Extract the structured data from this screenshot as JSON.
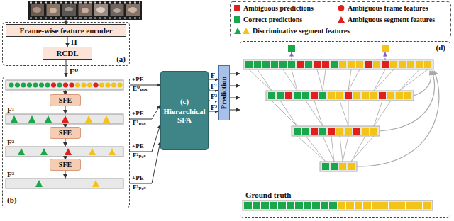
{
  "diagram": {
    "nodes": [
      {
        "text": [
          "(a)"
        ]
      },
      {
        "text": [
          "Frame-wise feature encoder"
        ],
        "in": 0
      },
      {
        "text": [
          "RCDL"
        ],
        "in": 0
      },
      {
        "text": [
          "(b)"
        ]
      },
      {
        "text": [
          "SFE"
        ],
        "in": 3
      },
      {
        "text": [
          "SFE"
        ],
        "in": 3
      },
      {
        "text": [
          "SFE"
        ],
        "in": 3
      },
      {
        "text": [
          "(c)",
          "Hierarchical SFA"
        ]
      },
      {
        "text": [
          "Prediction"
        ]
      },
      {
        "text": [
          "(d)"
        ]
      }
    ],
    "edges": [
      {
        "from": 1,
        "to": 2,
        "label": "H",
        "arrow": "to"
      },
      {
        "from": 2,
        "to": 3,
        "label": "E⁰",
        "arrow": "to"
      },
      {
        "from": 3,
        "to": 7,
        "label": "E⁰ₚₒₛ",
        "arrow": "to"
      },
      {
        "from": 3,
        "to": 7,
        "label": "F¹ₚₒₛ",
        "arrow": "to"
      },
      {
        "from": 3,
        "to": 7,
        "label": "F²ₚₒₛ",
        "arrow": "to"
      },
      {
        "from": 3,
        "to": 7,
        "label": "F³ₚₒₛ",
        "arrow": "to"
      },
      {
        "from": 7,
        "to": 8,
        "label": "F̄",
        "arrow": "to"
      },
      {
        "from": 7,
        "to": 8,
        "label": "F¹",
        "arrow": "to"
      },
      {
        "from": 7,
        "to": 8,
        "label": "F²",
        "arrow": "to"
      },
      {
        "from": 7,
        "to": 8,
        "label": "F³",
        "arrow": "to"
      },
      {
        "from": 8,
        "to": 9,
        "arrow": "to"
      },
      {
        "from": 8,
        "to": 9,
        "arrow": "to"
      },
      {
        "from": 8,
        "to": 9,
        "arrow": "to"
      },
      {
        "from": 8,
        "to": 9,
        "arrow": "to"
      }
    ],
    "labels": [
      "+PE",
      "+PE",
      "+PE",
      "+PE",
      "F¹",
      "F²",
      "F³",
      "Ground truth"
    ],
    "legend": [
      {
        "text": "Ambiguous predictions",
        "color": "#e0201b"
      },
      {
        "text": "Ambiguous frame features"
      },
      {
        "text": "Correct predictions",
        "color": "#1aa64a"
      },
      {
        "text": "Ambiguous segment features"
      },
      {
        "text": "Discriminative segment features"
      }
    ]
  }
}
